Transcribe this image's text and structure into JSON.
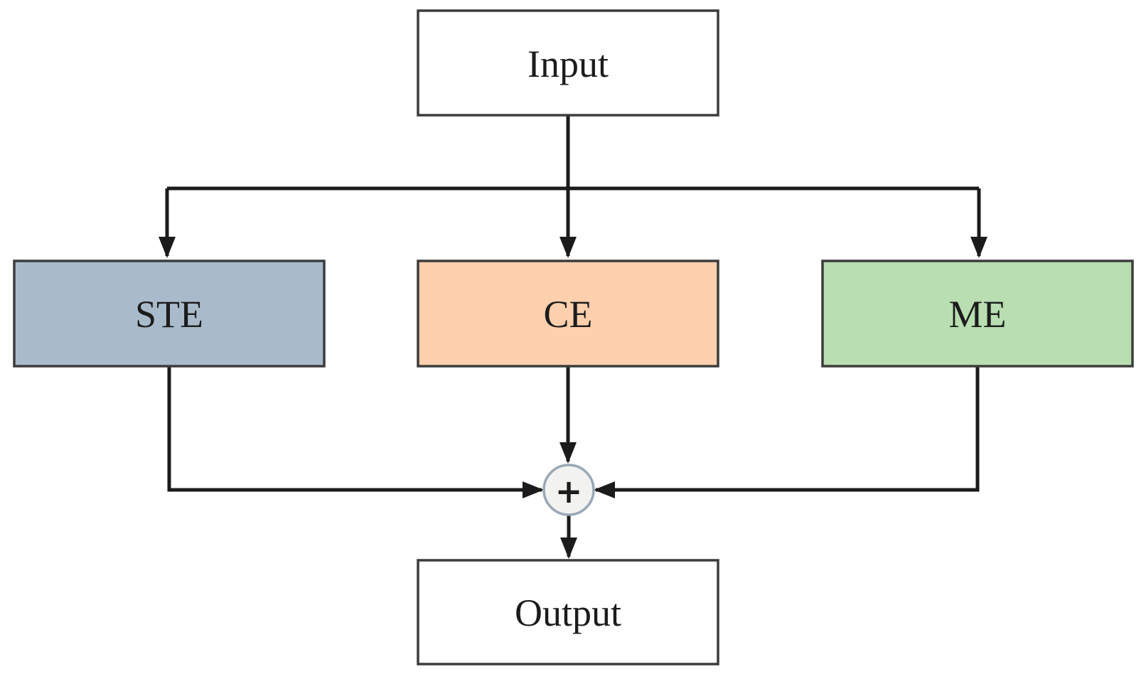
{
  "diagram": {
    "background_color": "#ffffff",
    "edge_color": "#1b1b1b",
    "node_border_color": "#3c3c3c",
    "nodes": {
      "input": {
        "label": "Input",
        "fill": "#ffffff"
      },
      "ste": {
        "label": "STE",
        "fill": "#a9bbcb"
      },
      "ce": {
        "label": "CE",
        "fill": "#fed0ae"
      },
      "me": {
        "label": "ME",
        "fill": "#b8deb1"
      },
      "sum": {
        "symbol": "+",
        "fill": "#f2f2f0",
        "border_color": "#9aa7b6"
      },
      "output": {
        "label": "Output",
        "fill": "#ffffff"
      }
    },
    "edges": [
      "input -> branch",
      "branch -> ste",
      "branch -> ce",
      "branch -> me",
      "ste -> sum",
      "ce -> sum",
      "me -> sum",
      "sum -> output"
    ]
  }
}
